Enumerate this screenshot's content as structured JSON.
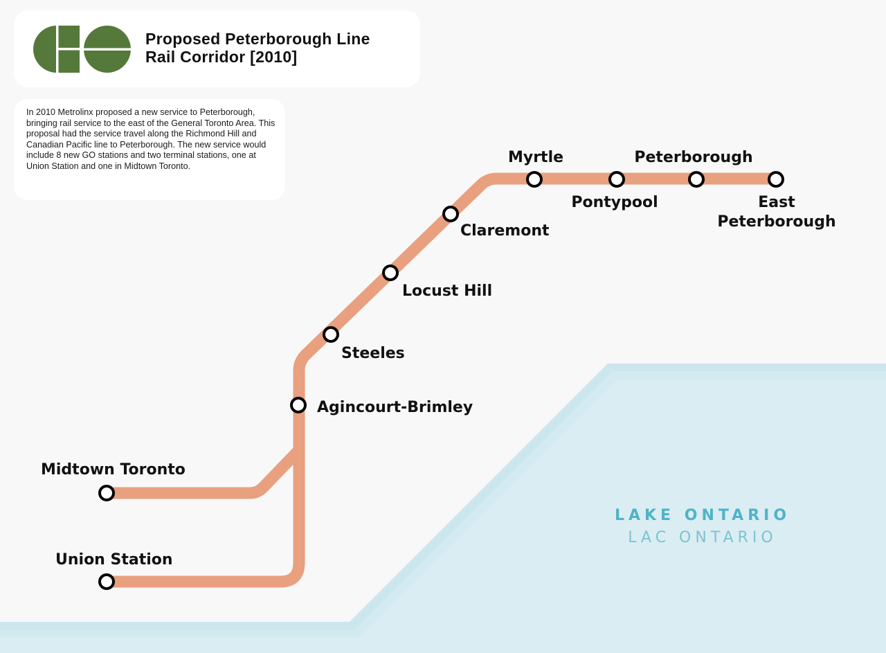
{
  "header": {
    "title_line1": "Proposed Peterborough Line",
    "title_line2": "Rail Corridor [2010]",
    "logo": "GO"
  },
  "description": "In 2010 Metrolinx proposed a new service to Peterborough, bringing rail service to the east of the General Toronto Area. This proposal had the service travel along the Richmond Hill and Canadian Pacific line to Peterborough. The new service would include 8 new GO stations and two terminal stations, one at Union Station and one in Midtown Toronto.",
  "stations": {
    "union": "Union Station",
    "midtown": "Midtown Toronto",
    "agincourt": "Agincourt-Brimley",
    "steeles": "Steeles",
    "locust_hill": "Locust Hill",
    "claremont": "Claremont",
    "myrtle": "Myrtle",
    "pontypool": "Pontypool",
    "peterborough": "Peterborough",
    "east_peterborough_1": "East",
    "east_peterborough_2": "Peterborough"
  },
  "lake": {
    "name_en": "LAKE ONTARIO",
    "name_fr": "LAC ONTARIO"
  },
  "colors": {
    "line": "#e8a07f",
    "logo_green": "#55793a",
    "lake": "#daedf2",
    "lake_text_en": "#4fb3c9",
    "lake_text_fr": "#7cc3d4"
  }
}
